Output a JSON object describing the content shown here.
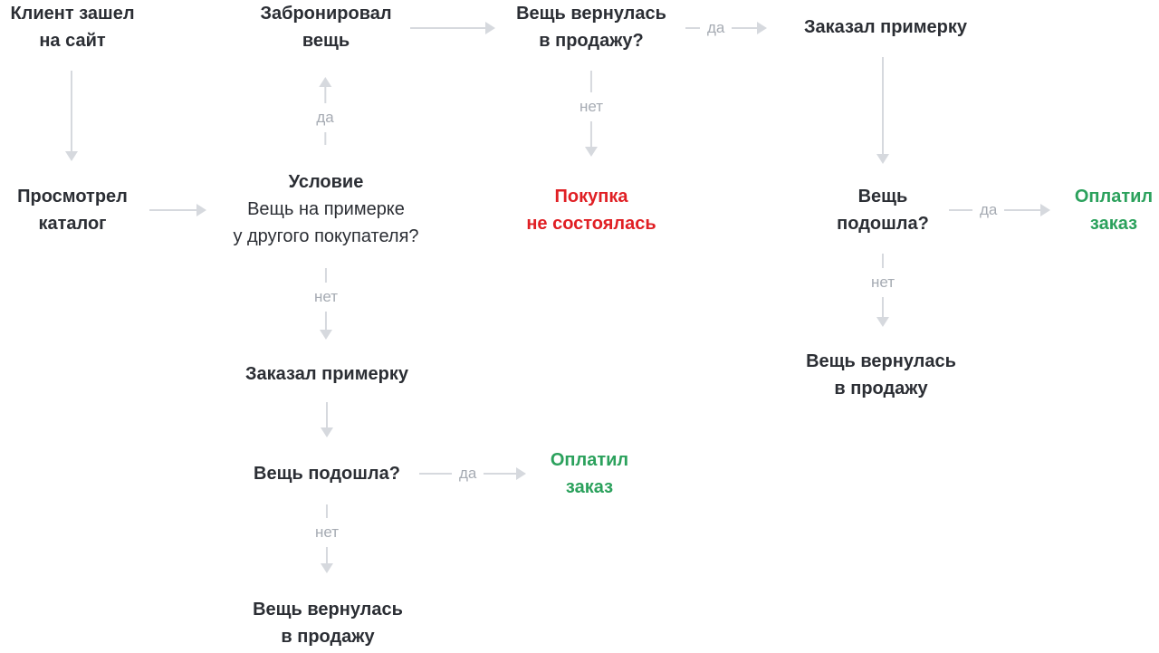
{
  "colors": {
    "background": "#ffffff",
    "text": "#2b2e34",
    "muted": "#a6abb3",
    "arrow": "#d6d9de",
    "negative": "#e01f24",
    "positive": "#2ba15c"
  },
  "edge_labels": {
    "yes": "да",
    "no": "нет"
  },
  "nodes": {
    "client_visited": [
      "Клиент зашел",
      "на сайт"
    ],
    "viewed_catalog": [
      "Просмотрел",
      "каталог"
    ],
    "reserved_item": [
      "Забронировал",
      "вещь"
    ],
    "condition": {
      "title": "Условие",
      "lines": [
        "Вещь на примерке",
        "у другого покупателя?"
      ]
    },
    "item_returned_question": [
      "Вещь вернулась",
      "в продажу?"
    ],
    "ordered_fitting": [
      "Заказал примерку"
    ],
    "purchase_failed": [
      "Покупка",
      "не состоялась"
    ],
    "item_fit_question_wrapped": [
      "Вещь",
      "подошла?"
    ],
    "item_fit_question": [
      "Вещь подошла?"
    ],
    "paid_order": [
      "Оплатил",
      "заказ"
    ],
    "item_returned": [
      "Вещь вернулась",
      "в продажу"
    ]
  }
}
